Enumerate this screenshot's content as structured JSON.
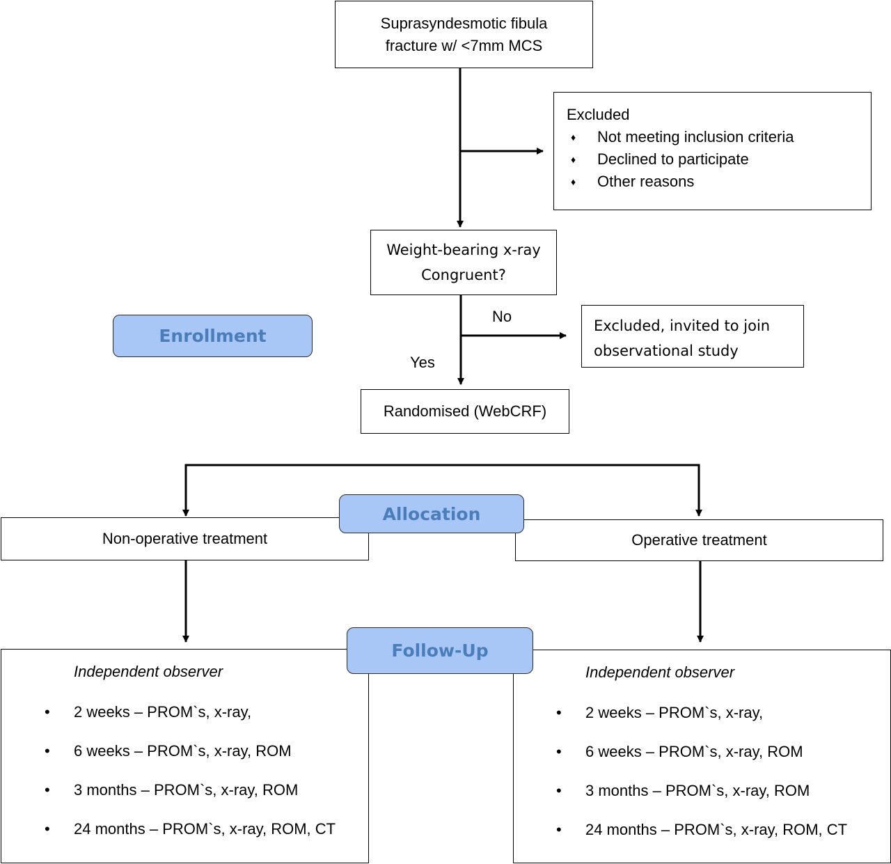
{
  "start": {
    "line1": "Suprasyndesmotic fibula",
    "line2": "fracture w/ <7mm MCS"
  },
  "excluded": {
    "title": "Excluded",
    "items": [
      "Not meeting inclusion criteria",
      "Declined to participate",
      "Other reasons"
    ],
    "bullet": "♦"
  },
  "weight_bearing": {
    "line1": "Weight-bearing x-ray",
    "line2": "Congruent?"
  },
  "branch": {
    "no": "No",
    "yes": "Yes"
  },
  "excluded_observational": {
    "line1": "Excluded, invited to join",
    "line2": "observational study"
  },
  "randomised": "Randomised (WebCRF)",
  "stages": {
    "enrollment": "Enrollment",
    "allocation": "Allocation",
    "followup": "Follow-Up"
  },
  "arms": {
    "left": "Non-operative treatment",
    "right": "Operative treatment"
  },
  "followup": {
    "left": {
      "observer": "Independent observer",
      "items": [
        "2 weeks – PROM`s, x-ray,",
        "6 weeks – PROM`s, x-ray, ROM",
        "3 months – PROM`s, x-ray, ROM",
        "24 months – PROM`s, x-ray, ROM, CT"
      ]
    },
    "right": {
      "observer": "Independent observer",
      "items": [
        "2 weeks – PROM`s, x-ray,",
        "6 weeks – PROM`s, x-ray, ROM",
        "3 months – PROM`s, x-ray, ROM",
        "24 months – PROM`s, x-ray, ROM, CT"
      ]
    },
    "bullet": "•"
  },
  "colors": {
    "stage_fill": "#a8c7f7",
    "stage_text": "#4a7ebb",
    "line": "#000000"
  }
}
